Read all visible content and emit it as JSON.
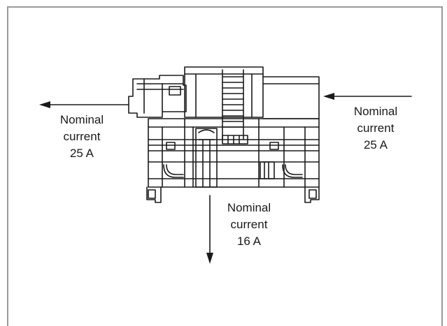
{
  "labels": {
    "left": {
      "line1": "Nominal",
      "line2": "current",
      "line3": "25 A"
    },
    "right": {
      "line1": "Nominal",
      "line2": "current",
      "line3": "25 A"
    },
    "bottom": {
      "line1": "Nominal",
      "line2": "current",
      "line3": "16 A"
    }
  },
  "colors": {
    "frame": "#9a9a9a",
    "ink": "#1a1a1a",
    "background": "#ffffff"
  }
}
